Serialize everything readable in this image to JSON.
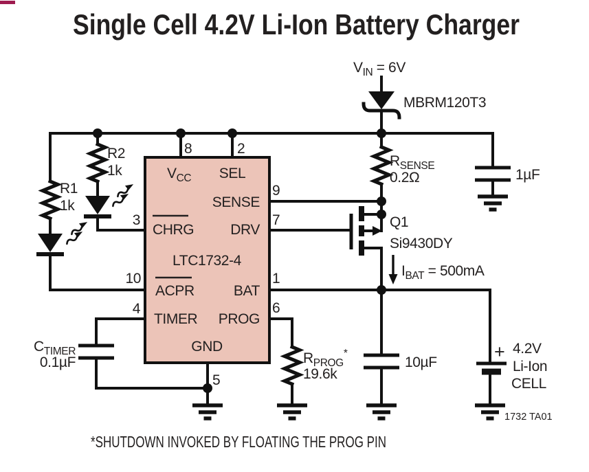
{
  "page": {
    "title": "Single Cell 4.2V Li-Ion Battery Charger",
    "footnote": "*SHUTDOWN INVOKED BY FLOATING THE PROG PIN",
    "doc_code": "1732 TA01",
    "accent_color": "#9e1b4f",
    "ic_fill_color": "#ecc4b8"
  },
  "ic": {
    "part": "LTC1732-4",
    "pins": {
      "vcc": {
        "label": "V",
        "label_sub": "CC",
        "number": "8"
      },
      "sel": {
        "label": "SEL",
        "number": "2"
      },
      "sense": {
        "label": "SENSE",
        "number": "9"
      },
      "chrg": {
        "label": "CHRG",
        "number": "3"
      },
      "drv": {
        "label": "DRV",
        "number": "7"
      },
      "acpr": {
        "label": "ACPR",
        "number": "10"
      },
      "bat": {
        "label": "BAT",
        "number": "1"
      },
      "timer": {
        "label": "TIMER",
        "number": "4"
      },
      "prog": {
        "label": "PROG",
        "number": "6"
      },
      "gnd": {
        "label": "GND",
        "number": "5"
      }
    }
  },
  "components": {
    "vin": {
      "label": "V",
      "label_sub": "IN",
      "value": " = 6V"
    },
    "input_diode": {
      "part": "MBRM120T3"
    },
    "rsense": {
      "label": "R",
      "label_sub": "SENSE",
      "value": "0.2Ω"
    },
    "input_cap": {
      "value": "1µF"
    },
    "q1": {
      "ref": "Q1",
      "part": "Si9430DY"
    },
    "ibat": {
      "label": "I",
      "label_sub": "BAT",
      "value": " = 500mA"
    },
    "r1": {
      "ref": "R1",
      "value": "1k"
    },
    "r2": {
      "ref": "R2",
      "value": "1k"
    },
    "ctimer": {
      "label": "C",
      "label_sub": "TIMER",
      "value": "0.1µF"
    },
    "rprog": {
      "label": "R",
      "label_sub": "PROG",
      "note_mark": "*",
      "value": "19.6k"
    },
    "output_cap": {
      "value": "10µF"
    },
    "battery": {
      "polarity": "+",
      "voltage": "4.2V",
      "chemistry": "Li-Ion",
      "kind": "CELL"
    }
  }
}
